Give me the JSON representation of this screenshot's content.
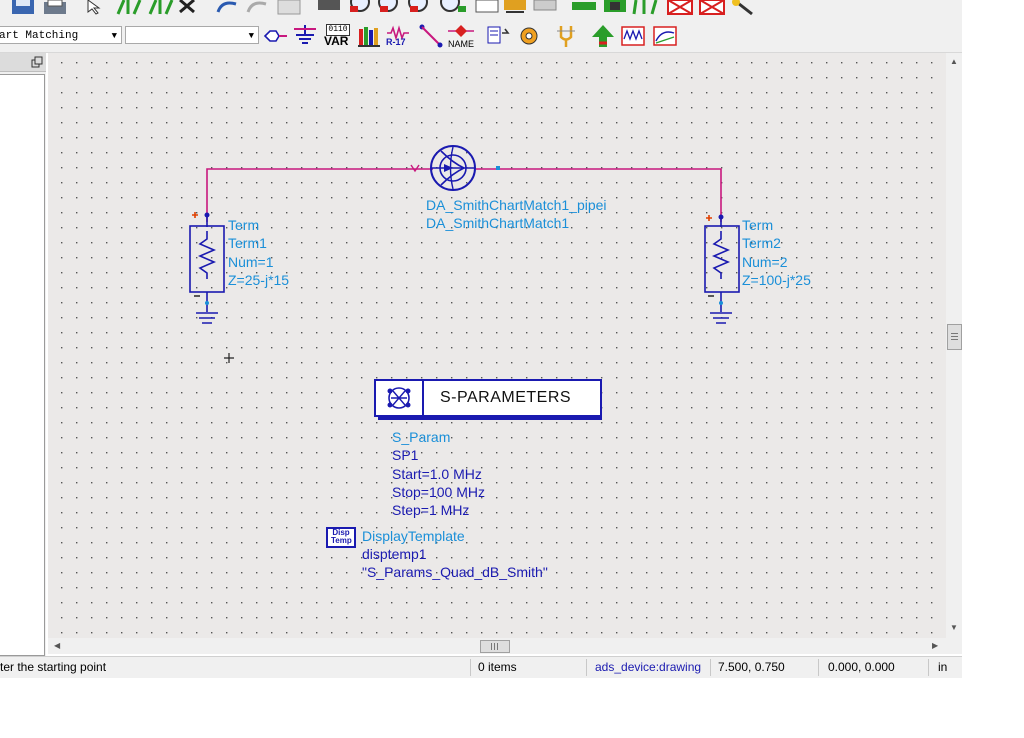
{
  "toolbar": {
    "component_palette": "Smith Chart Matching",
    "component_palette_visible": "art Matching",
    "component_search": "",
    "var_label": "VAR",
    "var_box": "0110",
    "name_label": "NAME",
    "r17_label": "R-17"
  },
  "schematic": {
    "term1": {
      "type": "Term",
      "name": "Term1",
      "num": "Num=1",
      "z": "Z=25-j*15"
    },
    "term2": {
      "type": "Term",
      "name": "Term2",
      "num": "Num=2",
      "z": "Z=100-j*25"
    },
    "smith": {
      "line1": "DA_SmithChartMatch1_pipei",
      "line2": "DA_SmithChartMatch1"
    },
    "sparam": {
      "title": "S-PARAMETERS",
      "type": "S_Param",
      "name": "SP1",
      "start": "Start=1.0 MHz",
      "stop": "Stop=100 MHz",
      "step": "Step=1 MHz"
    },
    "display": {
      "icon_text1": "Disp",
      "icon_text2": "Temp",
      "type": "DisplayTemplate",
      "name": "disptemp1",
      "value": "\"S_Params_Quad_dB_Smith\""
    },
    "cursor": "+"
  },
  "status": {
    "prompt": "ter the starting point",
    "items": "0 items",
    "layer": "ads_device:drawing",
    "coords": "7.500, 0.750",
    "delta": "0.000, 0.000",
    "units": "in"
  },
  "colors": {
    "wire": "#c8187e",
    "component": "#1a1ab0",
    "label": "#1a8fd8",
    "canvas": "#ebe9e8",
    "pin_plus": "#e04000"
  }
}
